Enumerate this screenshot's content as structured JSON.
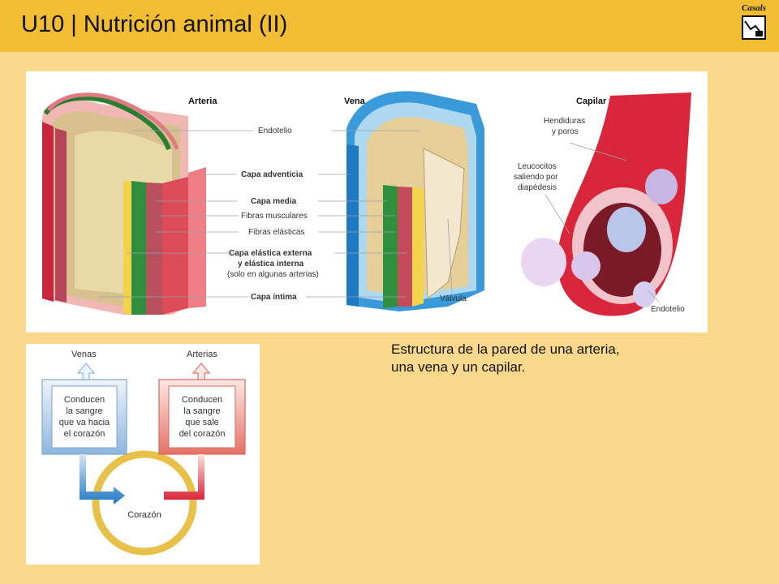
{
  "header": {
    "title": "U10 | Nutrición animal (II)",
    "logo_text": "Casals"
  },
  "colors": {
    "background": "#fad98c",
    "header_bar": "#f2bd32",
    "artery_red": "#d9263a",
    "vein_blue": "#3a9ad9",
    "heart_ring": "#e8c14a"
  },
  "vessels": {
    "artery_label": "Arteria",
    "vein_label": "Vena",
    "capillary_label": "Capilar",
    "layers": {
      "endotelio": "Endotelio",
      "adventicia": "Capa adventicia",
      "media": "Capa media",
      "fibras_musculares": "Fibras musculares",
      "fibras_elasticas": "Fibras elásticas",
      "elastica_1": "Capa elástica externa",
      "elastica_2": "y elástica interna",
      "elastica_3": "(solo en algunas arterias)",
      "intima": "Capa íntima"
    },
    "valvula": "Válvula",
    "hendiduras_1": "Hendiduras",
    "hendiduras_2": "y poros",
    "leucocitos_1": "Leucocitos",
    "leucocitos_2": "saliendo por",
    "leucocitos_3": "diapédesis",
    "endotelio_cap": "Endotelio"
  },
  "circulation": {
    "venas_label": "Venas",
    "arterias_label": "Arterias",
    "venas_box": [
      "Conducen",
      "la sangre",
      "que va hacia",
      "el corazón"
    ],
    "arterias_box": [
      "Conducen",
      "la sangre",
      "que sale",
      "del corazón"
    ],
    "corazon_label": "Corazón"
  },
  "caption": {
    "line1": "Estructura de la pared de una arteria,",
    "line2": "una vena y un capilar."
  }
}
